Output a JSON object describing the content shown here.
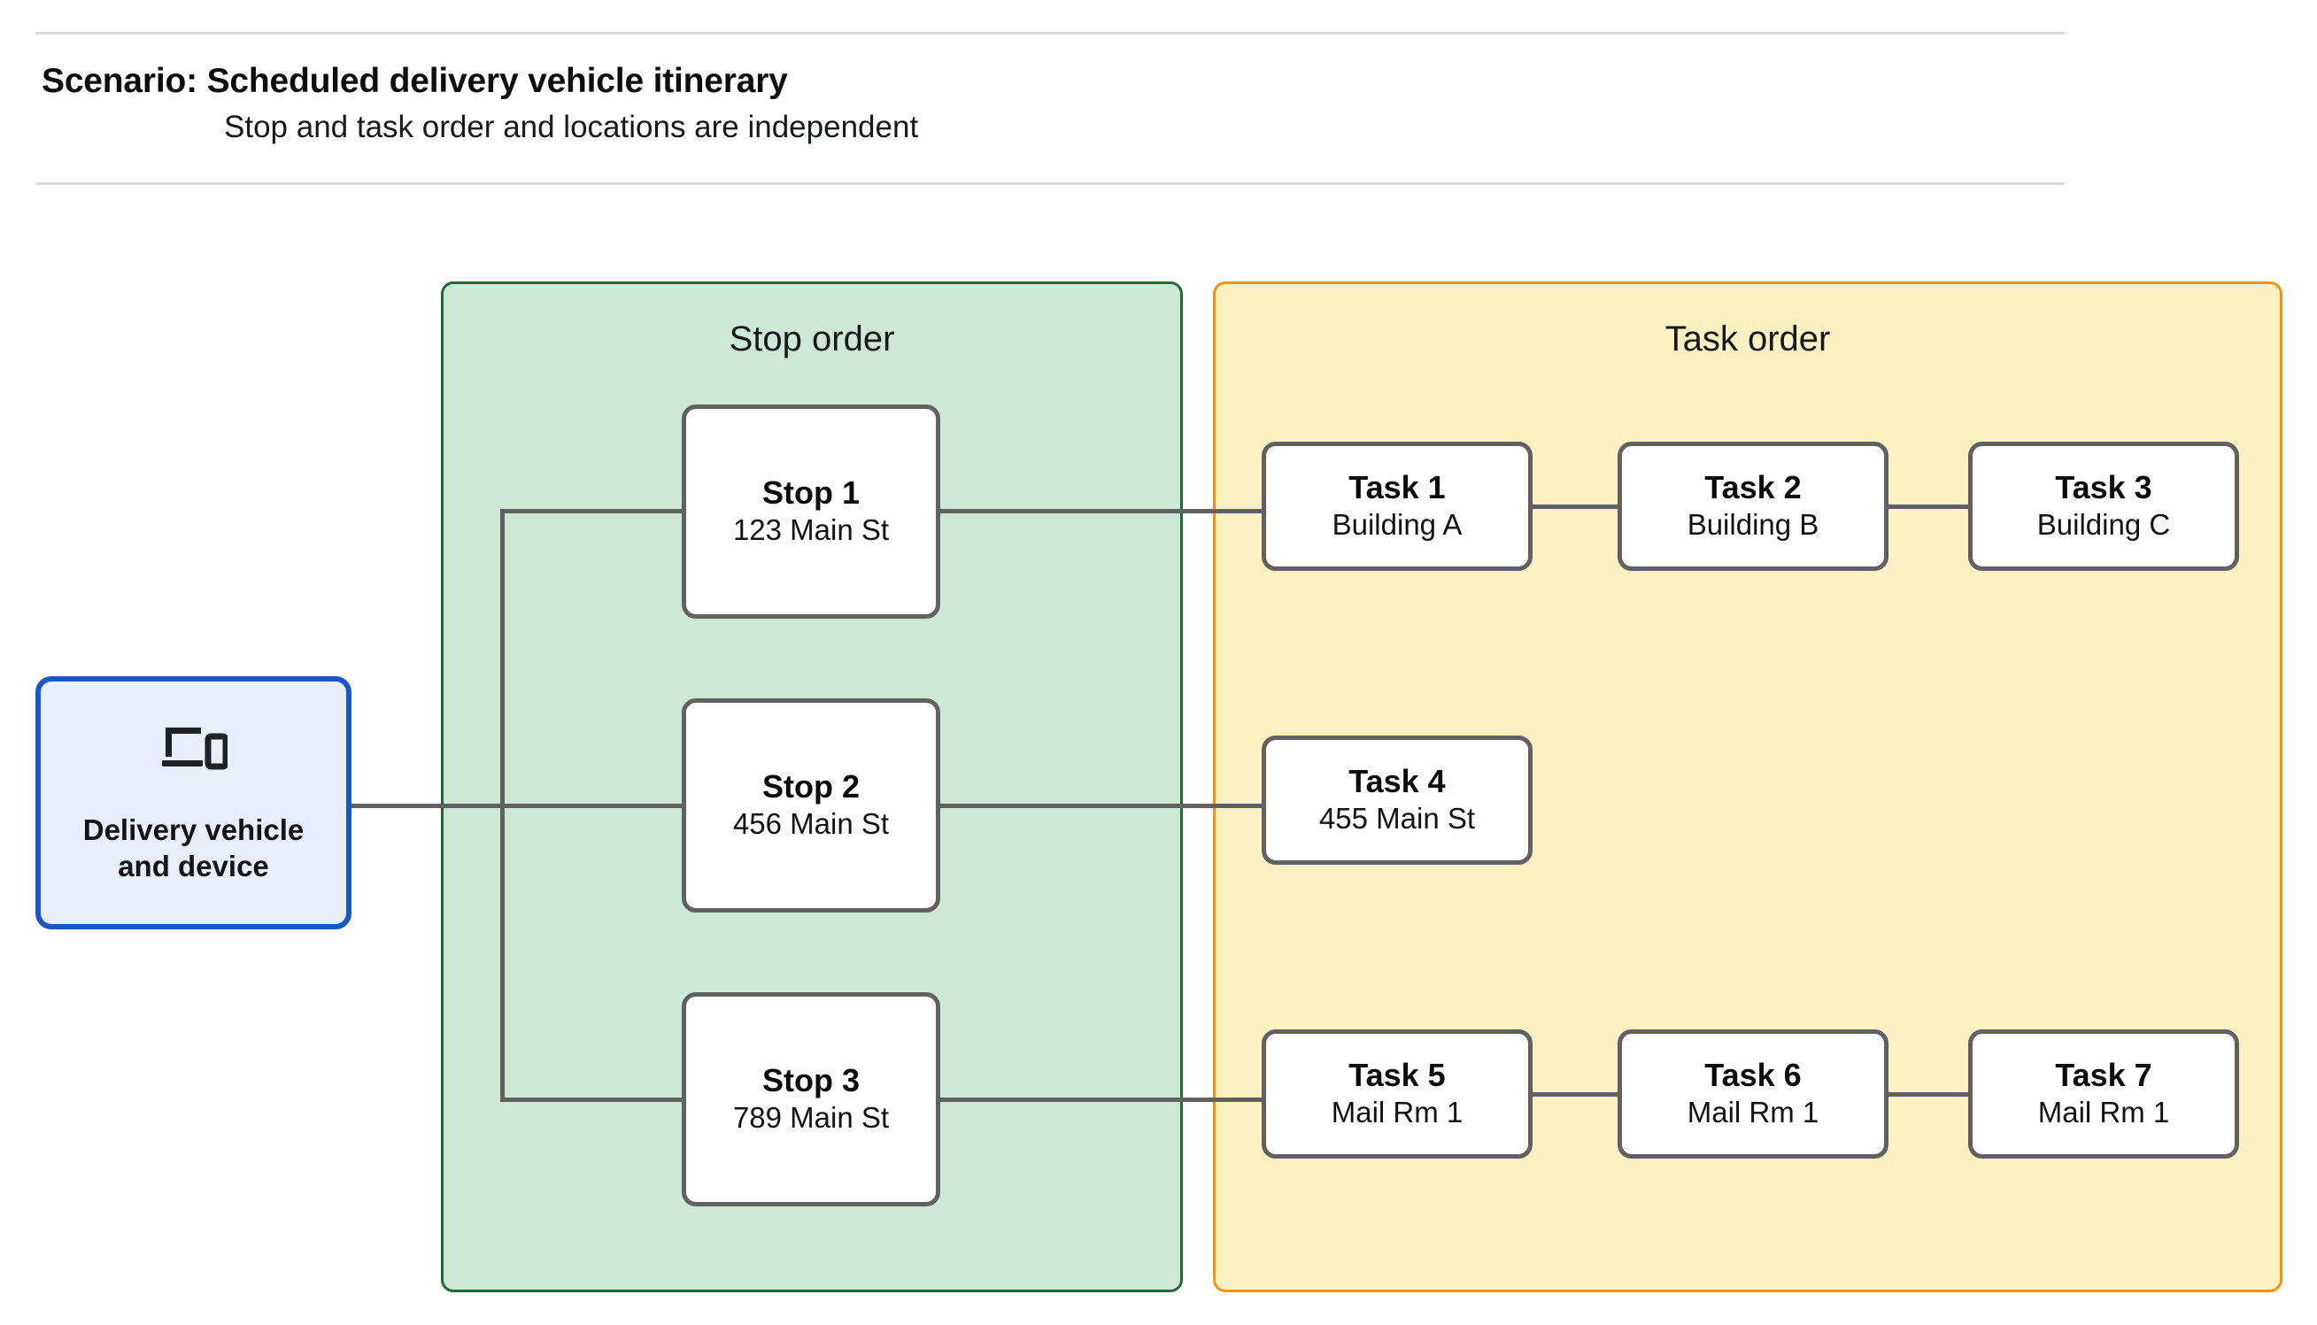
{
  "header": {
    "title": "Scenario: Scheduled delivery vehicle itinerary",
    "subtitle": "Stop and task order and locations are independent"
  },
  "vehicle": {
    "icon": "devices-icon",
    "label": "Delivery vehicle\nand device",
    "label_line1": "Delivery vehicle",
    "label_line2": "and device",
    "border_color": "#1A56C4",
    "fill_color": "#E8EEFB"
  },
  "panels": {
    "stop_order": {
      "title": "Stop order",
      "fill_color": "#CEE8D6",
      "border_color": "#1E6B33"
    },
    "task_order": {
      "title": "Task order",
      "fill_color": "#FDF0C2",
      "border_color": "#F59311"
    }
  },
  "stops": [
    {
      "title": "Stop 1",
      "address": "123 Main St"
    },
    {
      "title": "Stop 2",
      "address": "456 Main St"
    },
    {
      "title": "Stop 3",
      "address": "789 Main St"
    }
  ],
  "task_rows": [
    {
      "tasks": [
        {
          "title": "Task 1",
          "location": "Building A"
        },
        {
          "title": "Task 2",
          "location": "Building B"
        },
        {
          "title": "Task 3",
          "location": "Building C"
        }
      ]
    },
    {
      "tasks": [
        {
          "title": "Task 4",
          "location": "455 Main St"
        }
      ]
    },
    {
      "tasks": [
        {
          "title": "Task 5",
          "location": "Mail Rm 1"
        },
        {
          "title": "Task 6",
          "location": "Mail Rm 1"
        },
        {
          "title": "Task 7",
          "location": "Mail Rm 1"
        }
      ]
    }
  ],
  "colors": {
    "connector": "#616161",
    "node_border": "#616161",
    "rule": "#D9DADB"
  }
}
